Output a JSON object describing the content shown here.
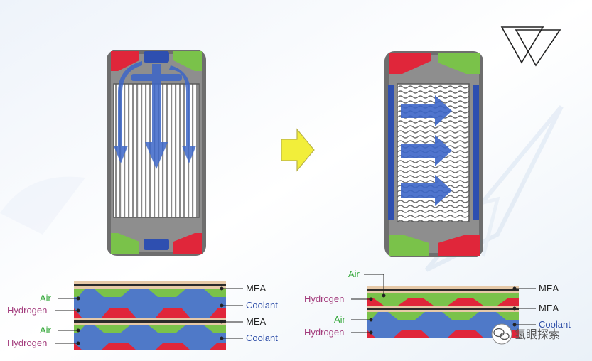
{
  "labels": {
    "air": "Air",
    "hydrogen": "Hydrogen",
    "mea": "MEA",
    "coolant": "Coolant"
  },
  "watermark": {
    "text": "氢眼探索"
  },
  "colors": {
    "air_channel": "#7ac24a",
    "hydrogen_channel": "#e0263a",
    "coolant": "#4f79c8",
    "flow_arrow": "#3c66c8",
    "frame": "#6e6e6e",
    "transition_arrow": "#f2ee3a"
  }
}
